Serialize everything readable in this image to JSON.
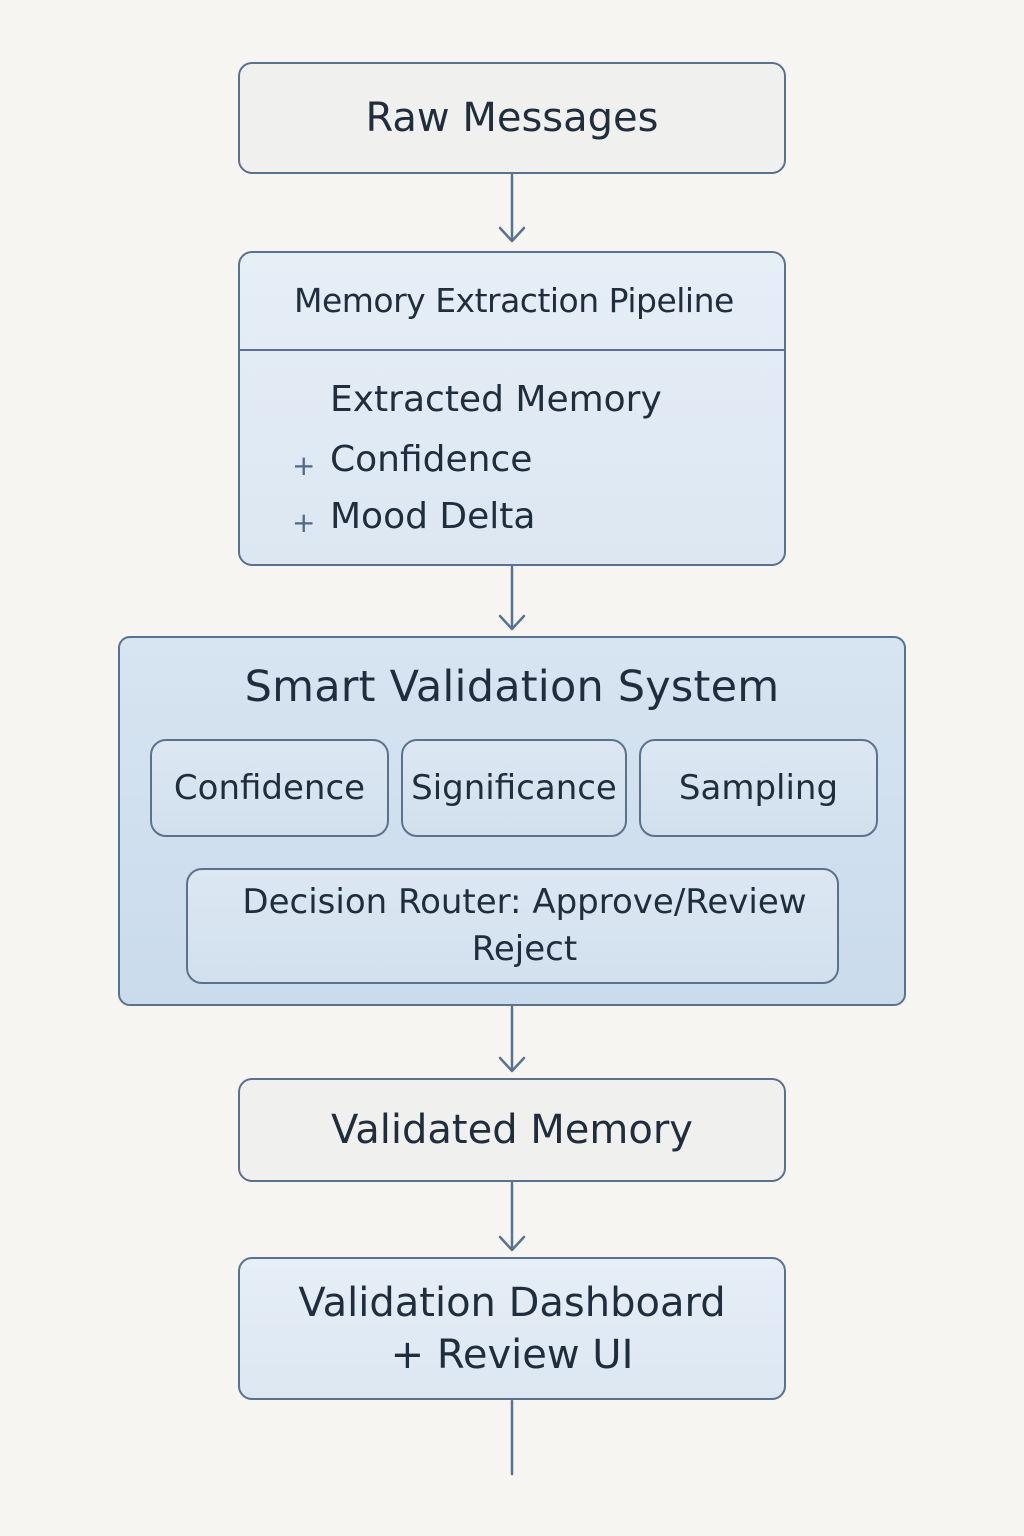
{
  "diagram": {
    "raw_messages": "Raw Messages",
    "pipeline": {
      "title": "Memory Extraction Pipeline",
      "output": "Extracted Memory",
      "plus_symbol": "+",
      "additions": [
        "Confidence",
        "Mood Delta"
      ]
    },
    "validation_system": {
      "title": "Smart Validation System",
      "checks": [
        "Confidence",
        "Significance",
        "Sampling"
      ],
      "router_line1": "Decision Router: Approve/Review",
      "router_line2": "Reject"
    },
    "validated_memory": "Validated Memory",
    "dashboard_line1": "Validation Dashboard",
    "dashboard_line2": "+ Review UI"
  },
  "colors": {
    "background": "#f6f5f2",
    "border": "#5a7290",
    "plain_fill": "#f0f0ef",
    "tint_fill": "#dce7f2",
    "text": "#1f2d3d"
  }
}
